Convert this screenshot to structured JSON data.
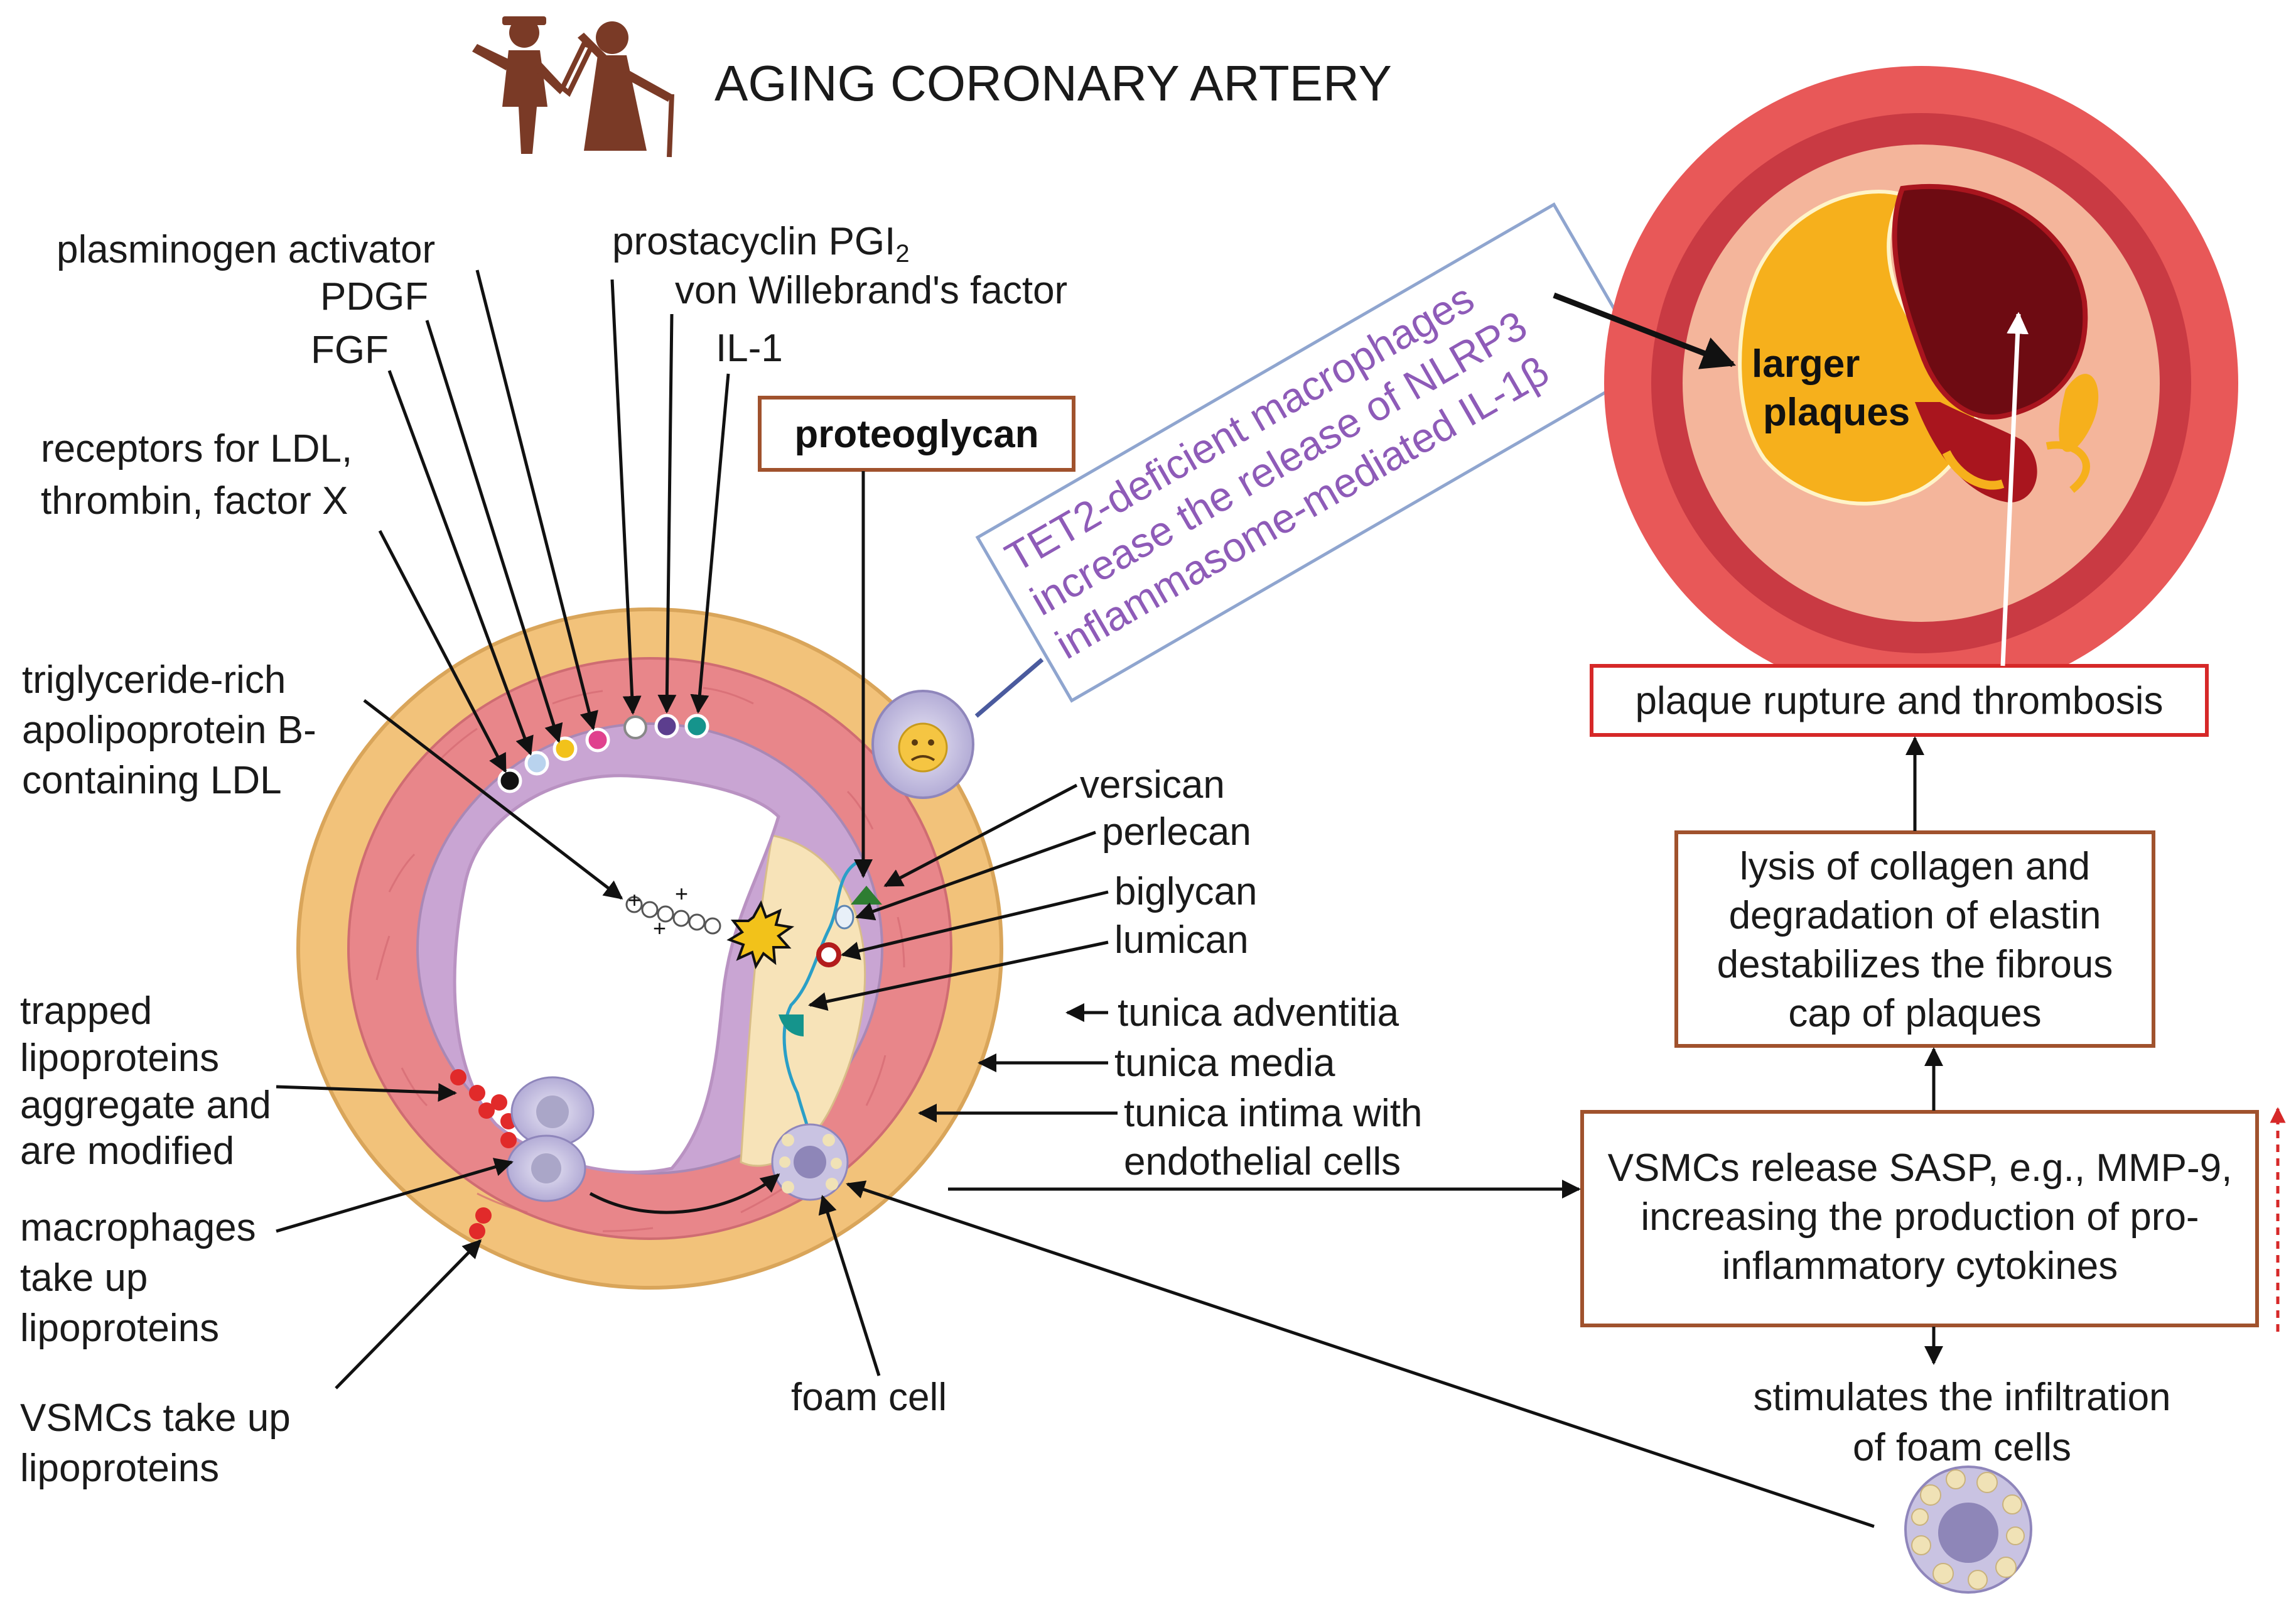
{
  "title": "AGING CORONARY ARTERY",
  "labels": {
    "plasminogen": "plasminogen activator",
    "pdgf": "PDGF",
    "fgf": "FGF",
    "receptors_1": "receptors for LDL,",
    "receptors_2": "thrombin, factor X",
    "prostacyclin": "prostacyclin PGI",
    "prostacyclin_sub": "2",
    "vwf": "von Willebrand's factor",
    "il1": "IL-1",
    "proteoglycan": "proteoglycan",
    "trig_1": "triglyceride-rich",
    "trig_2": "apolipoprotein B-",
    "trig_3": "containing LDL",
    "versican": "versican",
    "perlecan": "perlecan",
    "biglycan": "biglycan",
    "lumican": "lumican",
    "adventitia": "tunica adventitia",
    "media": "tunica media",
    "intima_1": "tunica intima with",
    "intima_2": "endothelial cells",
    "trapped_1": "trapped",
    "trapped_2": "lipoproteins",
    "trapped_3": "aggregate and",
    "trapped_4": "are modified",
    "macro_1": "macrophages",
    "macro_2": "take up",
    "macro_3": "lipoproteins",
    "vsmc_1": "VSMCs take up",
    "vsmc_2": "lipoproteins",
    "foam": "foam cell",
    "tet2_1": "TET2-deficient macrophages",
    "tet2_2": "increase the release of NLRP3",
    "tet2_3": "inflammasome-mediated IL-1β",
    "larger_1": "larger",
    "larger_2": "plaques",
    "rupture": "plaque rupture and thrombosis",
    "lysis_1": "lysis of collagen and",
    "lysis_2": "degradation of elastin",
    "lysis_3": "destabilizes the fibrous",
    "lysis_4": "cap of plaques",
    "sasp_1": "VSMCs release SASP, e.g., MMP-9,",
    "sasp_2": "increasing the production of  pro-",
    "sasp_3": "inflammatory cytokines",
    "stim_1": "stimulates the infiltration",
    "stim_2": "of foam cells"
  },
  "colors": {
    "adventitia": "#f2c27a",
    "media": "#e8868a",
    "intima": "#c9a5d3",
    "plaque": "#f7e3b8",
    "lumen_red": "#e85858",
    "plaque_core": "#f6b01c",
    "thrombus": "#6e0b12",
    "box_brown": "#a0522d",
    "box_red": "#d62828",
    "tet2_text": "#8e5bb8",
    "tet2_border": "#8fa5cf",
    "figure_brown": "#7a3a26"
  },
  "icons": {
    "elderly": "elderly-couple-icon",
    "sad": "sad-face-icon"
  }
}
